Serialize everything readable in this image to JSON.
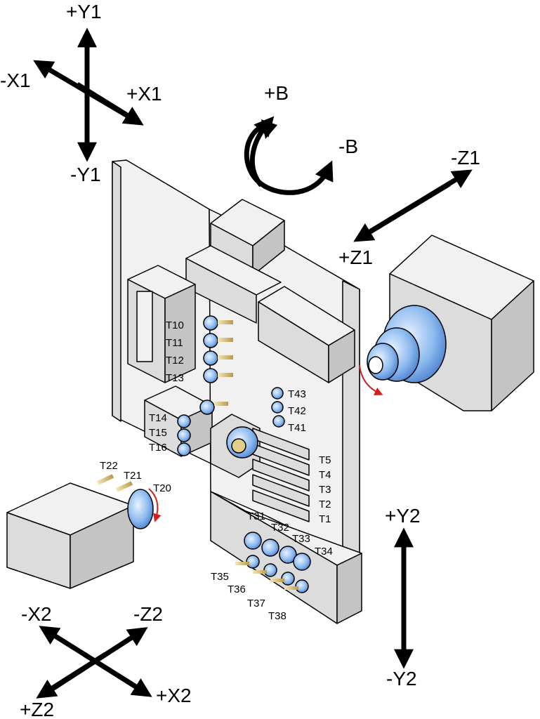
{
  "axes": {
    "y1_pos": "+Y1",
    "y1_neg": "-Y1",
    "x1_pos": "+X1",
    "x1_neg": "-X1",
    "b_pos": "+B",
    "b_neg": "-B",
    "z1_pos": "+Z1",
    "z1_neg": "-Z1",
    "y2_pos": "+Y2",
    "y2_neg": "-Y2",
    "x2_pos": "+X2",
    "x2_neg": "-X2",
    "z2_pos": "+Z2",
    "z2_neg": "-Z2"
  },
  "tools": {
    "t1": "T1",
    "t2": "T2",
    "t3": "T3",
    "t4": "T4",
    "t5": "T5",
    "t10": "T10",
    "t11": "T11",
    "t12": "T12",
    "t13": "T13",
    "t14": "T14",
    "t15": "T15",
    "t16": "T16",
    "t20": "T20",
    "t21": "T21",
    "t22": "T22",
    "t31": "T31",
    "t32": "T32",
    "t33": "T33",
    "t34": "T34",
    "t35": "T35",
    "t36": "T36",
    "t37": "T37",
    "t38": "T38",
    "t41": "T41",
    "t42": "T42",
    "t43": "T43"
  },
  "colors": {
    "axis_arrows": "#000000",
    "machine_body": "#e6e6e6",
    "tool_holder_blue": "#7fb0e8",
    "rotation_marker": "#d0201c",
    "tool_shank": "#d9c07a"
  }
}
